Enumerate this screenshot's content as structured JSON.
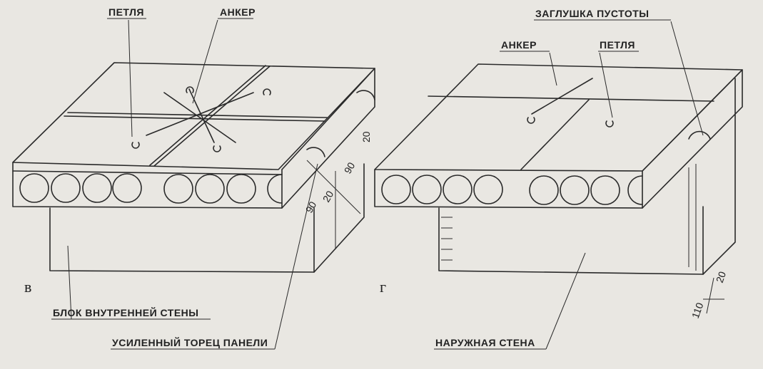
{
  "labels": {
    "loop_left": "ПЕТЛЯ",
    "anchor_left": "АНКЕР",
    "plug": "ЗАГЛУШКА ПУСТОТЫ",
    "anchor_right": "АНКЕР",
    "loop_right": "ПЕТЛЯ",
    "inner_wall_block": "БЛОК ВНУТРЕННЕЙ СТЕНЫ",
    "reinforced_end": "УСИЛЕННЫЙ ТОРЕЦ ПАНЕЛИ",
    "outer_wall": "НАРУЖНАЯ СТЕНА"
  },
  "variants": {
    "left": "в",
    "right": "г"
  },
  "dimensions": {
    "left_top": "20",
    "left_a": "90",
    "left_b": "20",
    "left_c": "90",
    "right_a": "110",
    "right_b": "20"
  }
}
